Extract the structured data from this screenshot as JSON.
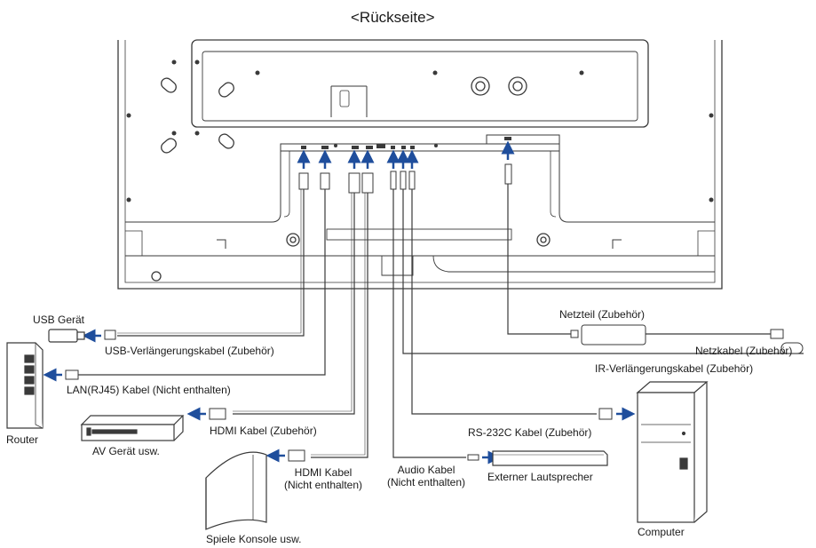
{
  "title": "<Rückseite>",
  "labels": {
    "usb_device": "USB Gerät",
    "usb_cable": "USB-Verlängerungskabel (Zubehör)",
    "lan_cable": "LAN(RJ45) Kabel (Nicht enthalten)",
    "router": "Router",
    "hdmi_cable_1": "HDMI Kabel (Zubehör)",
    "av_device": "AV Gerät usw.",
    "hdmi_cable_2_line1": "HDMI Kabel",
    "hdmi_cable_2_line2": "(Nicht enthalten)",
    "game_console": "Spiele Konsole usw.",
    "audio_cable_line1": "Audio Kabel",
    "audio_cable_line2": "(Nicht enthalten)",
    "external_speaker": "Externer Lautsprecher",
    "power_adapter": "Netzteil (Zubehör)",
    "power_cord": "Netzkabel (Zubehör)",
    "ir_cable": "IR-Verlängerungskabel (Zubehör)",
    "rs232c_cable": "RS-232C Kabel (Zubehör)",
    "computer": "Computer"
  },
  "colors": {
    "line": "#3a3a3a",
    "arrow": "#1f4e9c",
    "panel_fill": "#f2f2f2"
  }
}
